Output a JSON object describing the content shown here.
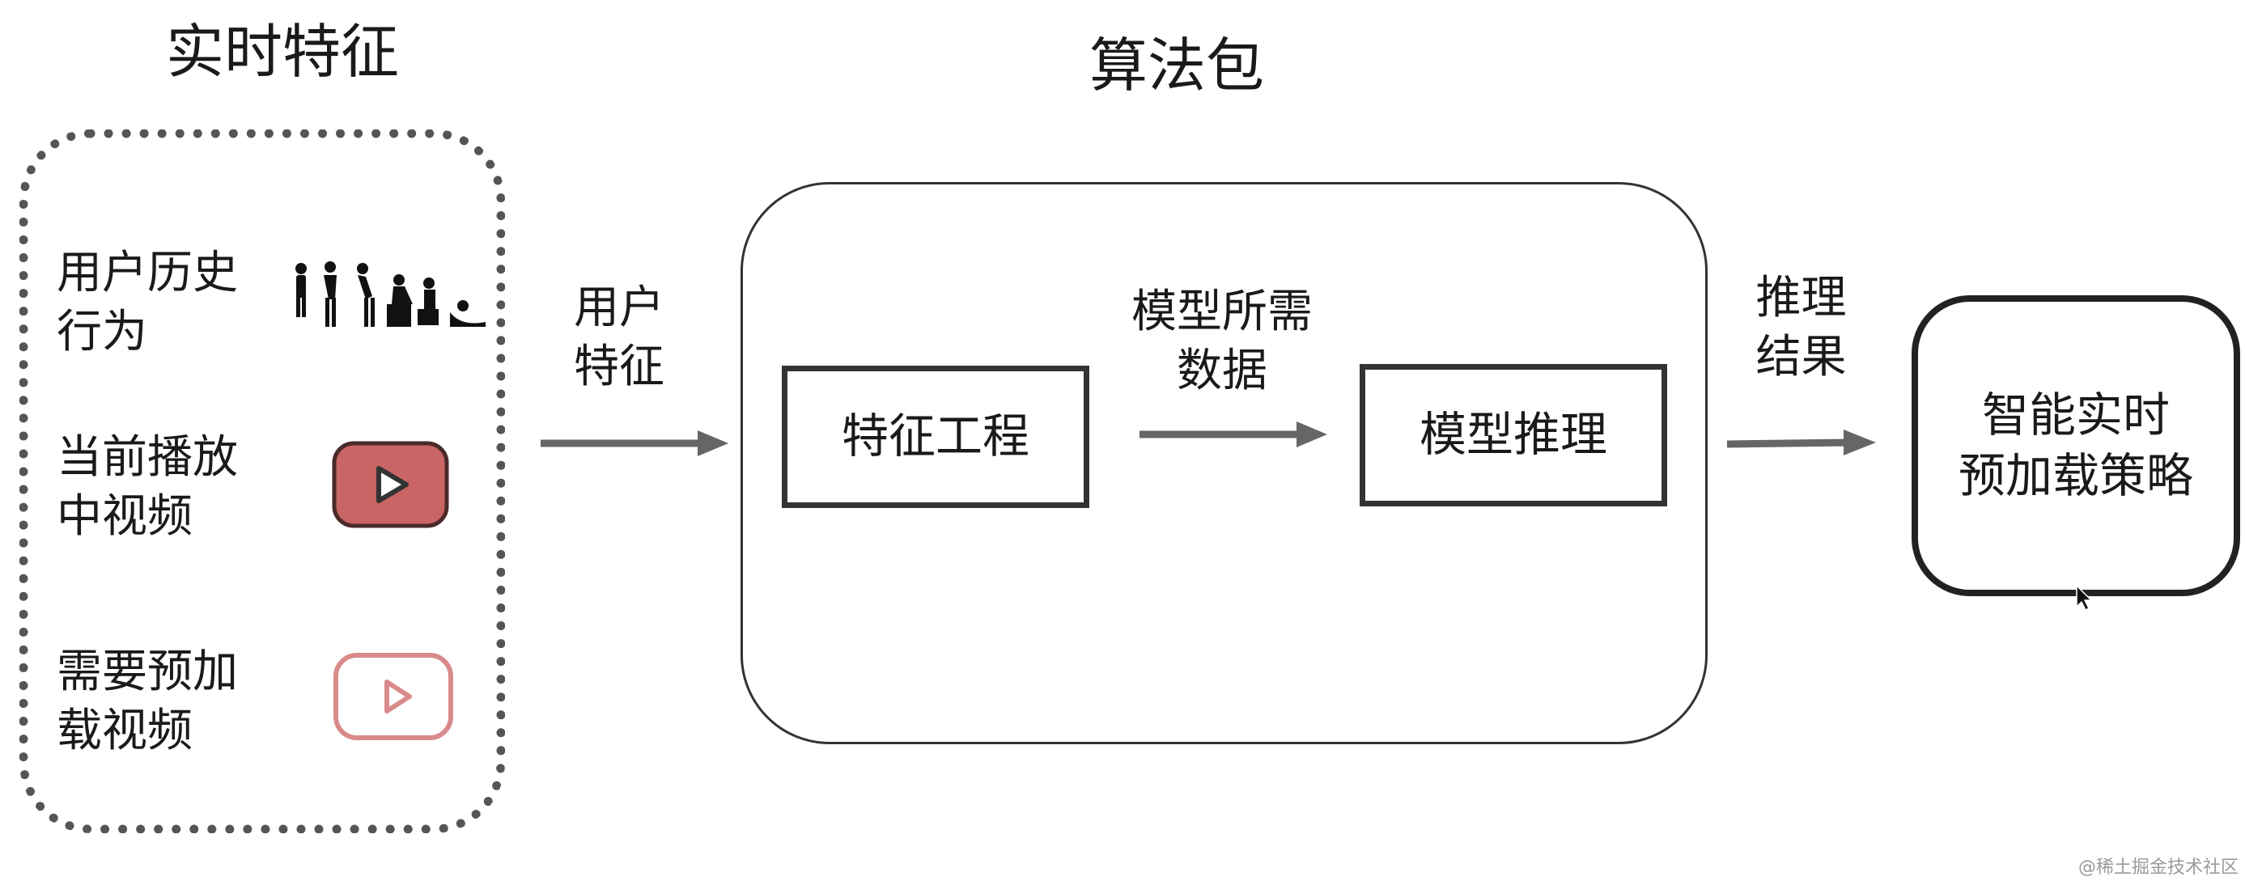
{
  "titles": {
    "realtime_features": "实时特征",
    "algorithm_package": "算法包"
  },
  "feature_items": [
    {
      "label": "用户历史\n行为",
      "icon": "people-activity-icon"
    },
    {
      "label": "当前播放\n中视频",
      "icon": "video-play-filled-icon"
    },
    {
      "label": "需要预加\n载视频",
      "icon": "video-play-outline-icon"
    }
  ],
  "edges": {
    "user_features": "用户\n特征",
    "model_data": "模型所需\n数据",
    "inference_result": "推理\n结果"
  },
  "boxes": {
    "feature_engineering": "特征工程",
    "model_inference": "模型推理",
    "preload_strategy": "智能实时\n预加载策略"
  },
  "watermark": "@稀土掘金技术社区",
  "colors": {
    "play_filled": "#c96565",
    "play_outline": "#d98a8a",
    "arrow": "#666666"
  }
}
